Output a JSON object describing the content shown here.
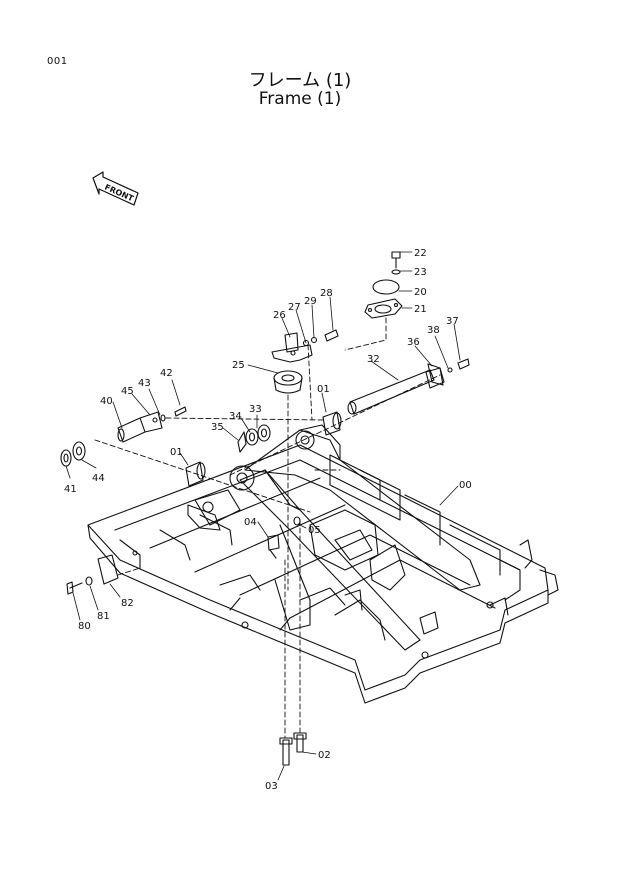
{
  "page": {
    "number": "001",
    "title_jp": "フレーム (1)",
    "title_en": "Frame (1)"
  },
  "front_marker": "FRONT",
  "callouts": [
    "22",
    "23",
    "20",
    "21",
    "28",
    "27",
    "29",
    "26",
    "37",
    "38",
    "36",
    "32",
    "25",
    "42",
    "43",
    "45",
    "40",
    "01",
    "33",
    "34",
    "35",
    "41",
    "44",
    "00",
    "04",
    "05",
    "82",
    "81",
    "80",
    "02",
    "03"
  ],
  "colors": {
    "line": "#111111",
    "paper": "#ffffff"
  }
}
